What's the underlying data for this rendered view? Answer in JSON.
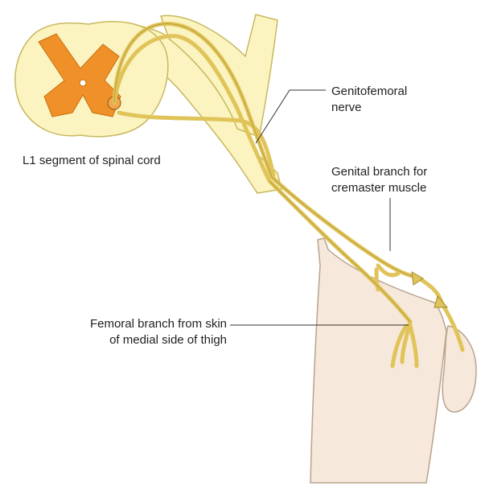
{
  "labels": {
    "genitofemoral": [
      "Genitofemoral",
      "nerve"
    ],
    "spinal": "L1 segment of spinal cord",
    "genital": [
      "Genital branch for",
      "cremaster muscle"
    ],
    "femoral": [
      "Femoral branch from skin",
      "of medial side of thigh"
    ]
  },
  "colors": {
    "cord": "#fbf4c0",
    "cord_outline": "#c8b860",
    "grey_matter": "#f09028",
    "nerve": "#e0c45a",
    "nerve_outline": "#a88a2a",
    "skin": "#f6e8da",
    "skin_outline": "#b8a38e",
    "leader": "#333333"
  }
}
